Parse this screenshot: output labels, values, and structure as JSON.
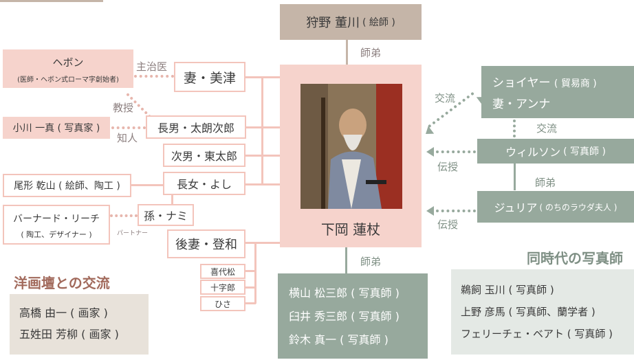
{
  "colors": {
    "pink_line": "#f3c4bb",
    "pink_fill": "#f6d3cc",
    "tan": "#c5b5a8",
    "green": "#97a99d",
    "green_light": "#e4e9e5",
    "beige": "#e8e2da",
    "heading": "#a26a5c"
  },
  "center": {
    "name": "下岡 蓮杖"
  },
  "top": {
    "name": "狩野 董川",
    "role": "( 絵師 )",
    "link": "師弟"
  },
  "family": {
    "wife": "妻・美津",
    "son1": "長男・太朗次郎",
    "son2": "次男・東太郎",
    "daughter": "長女・よし",
    "grandchild": "孫・ナミ",
    "second_wife": "後妻・登和",
    "children": [
      "喜代松",
      "十字郎",
      "ひさ"
    ]
  },
  "left": {
    "hepburn": {
      "name": "ヘボン",
      "role": "(医師・ヘボン式ローマ字創始者)"
    },
    "ogawa": "小川 一真 ( 写真家 )",
    "ogata": "尾形 乾山 ( 絵師、陶工 )",
    "leach": {
      "name": "バーナード・リーチ",
      "role": "( 陶工、デザイナー )"
    },
    "labels": {
      "doctor": "主治医",
      "teacher": "教授",
      "acquaintance": "知人",
      "partner": "パートナー"
    }
  },
  "right": {
    "schoyer": {
      "name": "ショイヤー",
      "role": "( 貿易商 )",
      "wife": "妻・アンナ"
    },
    "wilson": {
      "name": "ウィルソン",
      "role": "( 写真師 )"
    },
    "julia": {
      "name": "ジュリア",
      "role": "( のちのラウダ夫人 )"
    },
    "labels": {
      "exchange1": "交流",
      "exchange2": "交流",
      "teach1": "伝授",
      "teach2": "伝授",
      "disciple": "師弟"
    }
  },
  "bottom": {
    "link": "師弟",
    "disciples": [
      "横山 松三郎 ( 写真師 )",
      "臼井 秀三郎 ( 写真師 )",
      "鈴木 真一 ( 写真師 )"
    ]
  },
  "western": {
    "title": "洋画壇との交流",
    "items": [
      "高橋 由一 ( 画家 )",
      "五姓田 芳柳 ( 画家 )"
    ]
  },
  "contemporary": {
    "title": "同時代の写真師",
    "items": [
      "鵜飼 玉川 ( 写真師 )",
      "上野 彦馬 ( 写真師、蘭学者 )",
      "フェリーチェ・ベアト ( 写真師 )"
    ]
  },
  "portrait": {
    "icon": "portrait-photo"
  }
}
